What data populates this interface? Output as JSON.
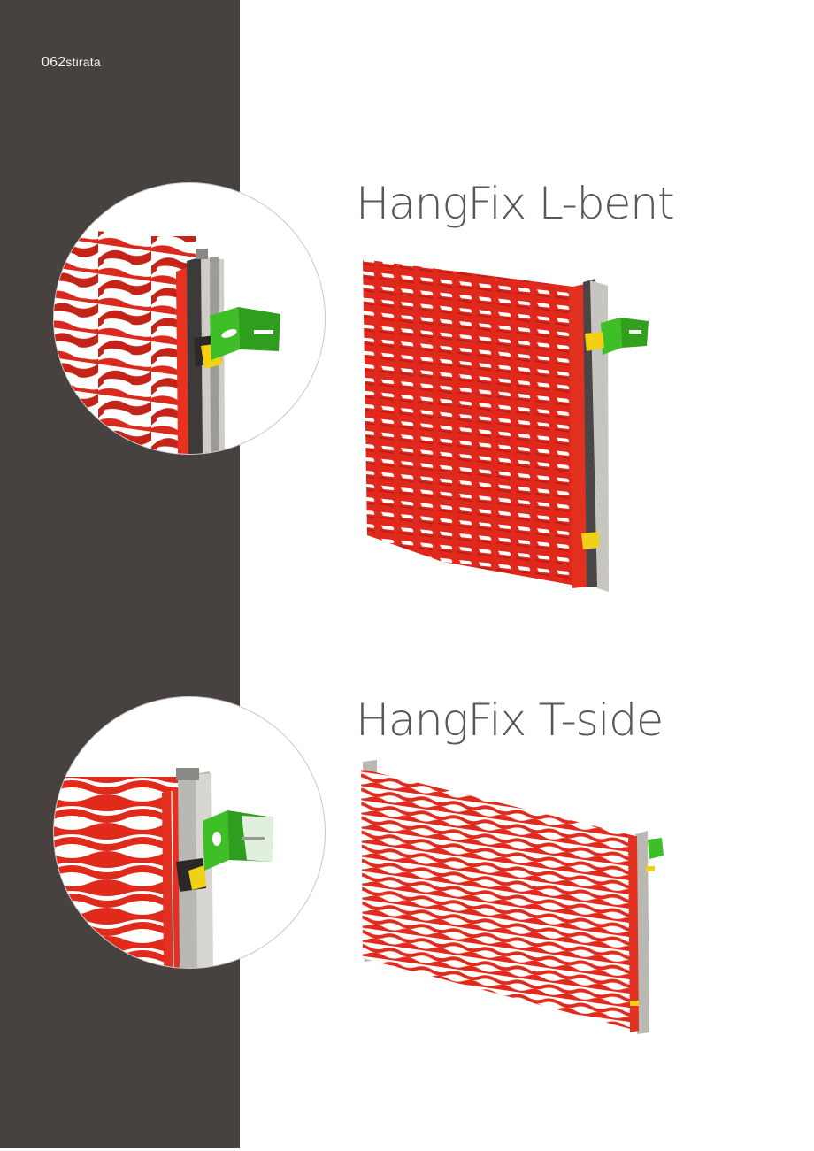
{
  "page": {
    "number": "062",
    "section": "stirata"
  },
  "products": [
    {
      "title": "HangFix L-bent",
      "detail_image": "L-bent expanded mesh edge with aluminium rail and green bracket (zoom)",
      "render_image": "L-bent expanded mesh panel mounted on vertical rail"
    },
    {
      "title": "HangFix T-side",
      "detail_image": "T-side expanded mesh edge with aluminium rail and green bracket (zoom)",
      "render_image": "T-side expanded mesh panel mounted between rails"
    }
  ],
  "colors": {
    "sidebar": "#47423f",
    "mesh_red": "#e02b1f",
    "mesh_dark": "#a8190f",
    "bracket_green": "#3cb929",
    "rail_grey": "#b9b7b2",
    "clip_yellow": "#f2d21a",
    "title_grey": "#5a5656"
  }
}
